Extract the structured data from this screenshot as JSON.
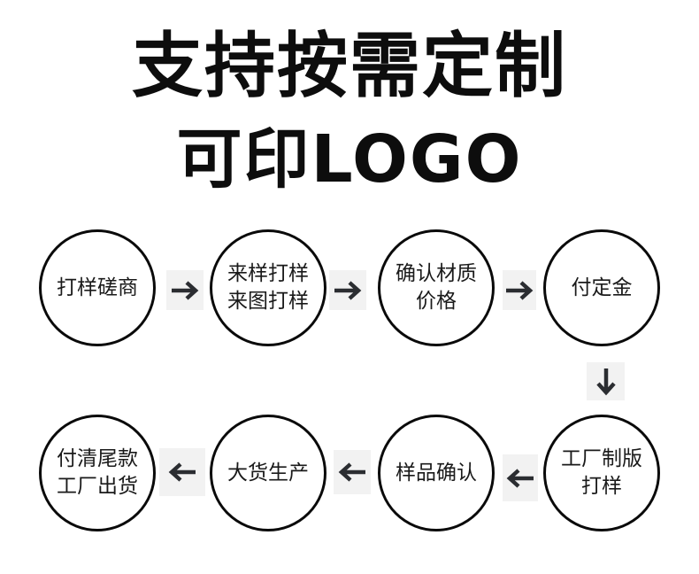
{
  "header": {
    "line1": "支持按需定制",
    "line2": "可印LOGO"
  },
  "flow": {
    "steps": [
      {
        "lines": [
          "打样磋商"
        ]
      },
      {
        "lines": [
          "来样打样",
          "来图打样"
        ]
      },
      {
        "lines": [
          "确认材质",
          "价格"
        ]
      },
      {
        "lines": [
          "付定金"
        ]
      },
      {
        "lines": [
          "工厂制版",
          "打样"
        ]
      },
      {
        "lines": [
          "样品确认"
        ]
      },
      {
        "lines": [
          "大货生产"
        ]
      },
      {
        "lines": [
          "付清尾款",
          "工厂出货"
        ]
      }
    ],
    "arrows": [
      "arrow-right",
      "arrow-right",
      "arrow-right",
      "arrow-down",
      "arrow-left",
      "arrow-left",
      "arrow-left"
    ],
    "colors": {
      "circle_border": "#0a0a0a",
      "arrow": "#2b2d31",
      "arrow_bg": "#f2f2f2"
    }
  }
}
